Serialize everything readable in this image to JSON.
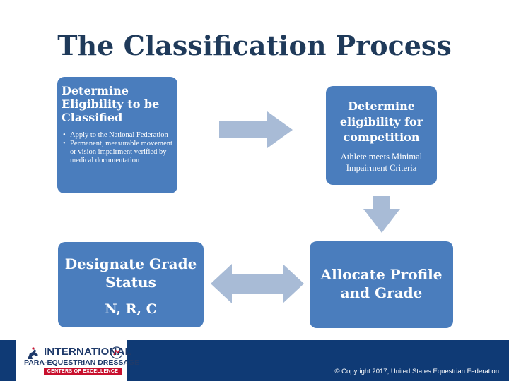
{
  "title": "The Classification Process",
  "boxes": {
    "eligibility_classified": {
      "heading": "Determine Eligibility to be Classified",
      "bullets": [
        "Apply to the National Federation",
        "Permanent, measurable movement or vision impairment verified by medical documentation"
      ]
    },
    "eligibility_competition": {
      "heading": "Determine eligibility for competition",
      "subtext": "Athlete meets Minimal Impairment Criteria"
    },
    "grade_status": {
      "heading": "Designate Grade Status",
      "subtext": "N, R, C"
    },
    "profile_grade": {
      "heading": "Allocate Profile and Grade"
    }
  },
  "colors": {
    "box": "#4a7dbd",
    "arrow": "#a8bbd6",
    "title": "#1f3a5a",
    "footer": "#0f3a75"
  },
  "footer": {
    "logo_line1": "INTERNATIONAL",
    "logo_line2": "PARA-EQUESTRIAN DRESSAGE",
    "logo_line3": "CENTERS OF EXCELLENCE",
    "copyright": "© Copyright 2017, United States Equestrian Federation"
  }
}
